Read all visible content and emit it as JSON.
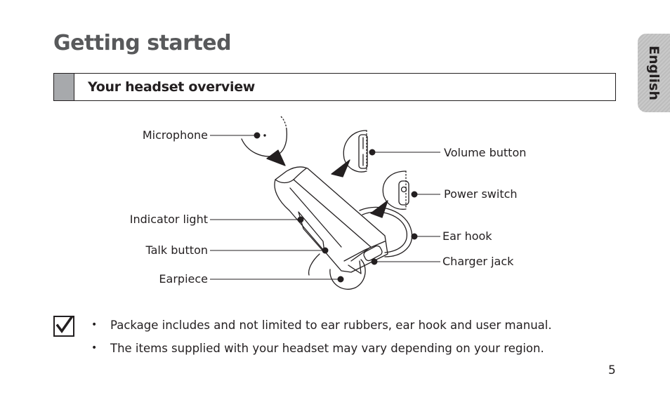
{
  "page": {
    "title": "Getting started",
    "language_tab": "English",
    "page_number": "5"
  },
  "section": {
    "title": "Your headset overview"
  },
  "diagram": {
    "callouts": {
      "microphone": "Microphone",
      "indicator_light": "Indicator light",
      "talk_button": "Talk button",
      "earpiece": "Earpiece",
      "volume_button": "Volume button",
      "power_switch": "Power switch",
      "ear_hook": "Ear hook",
      "charger_jack": "Charger jack"
    }
  },
  "notes": {
    "icon": "checkbox-check-icon",
    "items": [
      "Package includes and not limited to ear rubbers, ear hook and user manual.",
      "The items supplied with your headset may vary depending on your region."
    ]
  }
}
